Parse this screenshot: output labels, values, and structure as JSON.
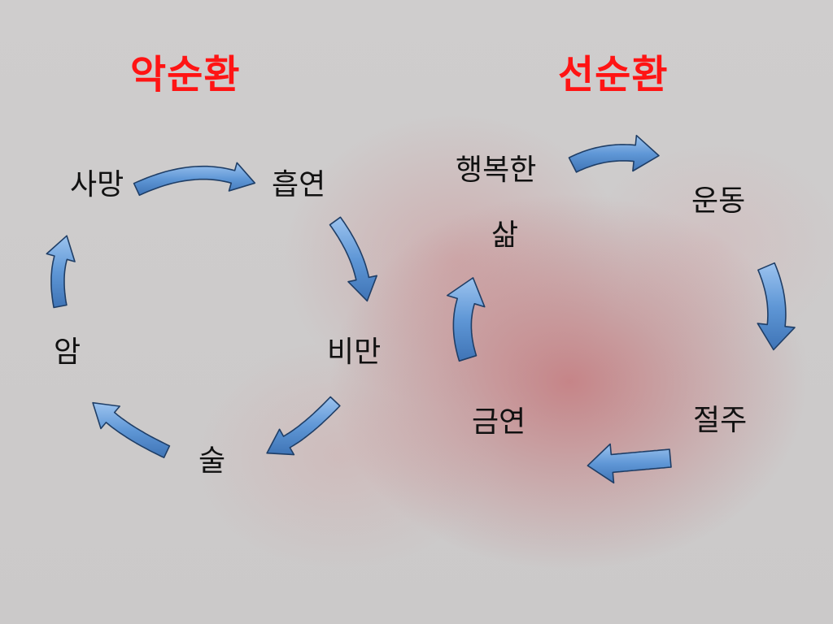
{
  "titles": {
    "vicious": "악순환",
    "virtuous": "선순환"
  },
  "vicious_cycle": {
    "nodes": [
      "사망",
      "흡연",
      "비만",
      "술",
      "암"
    ]
  },
  "virtuous_cycle": {
    "nodes": [
      "행복한",
      "삶",
      "운동",
      "절주",
      "금연"
    ]
  },
  "colors": {
    "title": "#ff1414",
    "arrow_fill": "#5f97d6",
    "arrow_stroke": "#1f3e66",
    "background": "#cdcccc",
    "blush": "#c4787c"
  }
}
